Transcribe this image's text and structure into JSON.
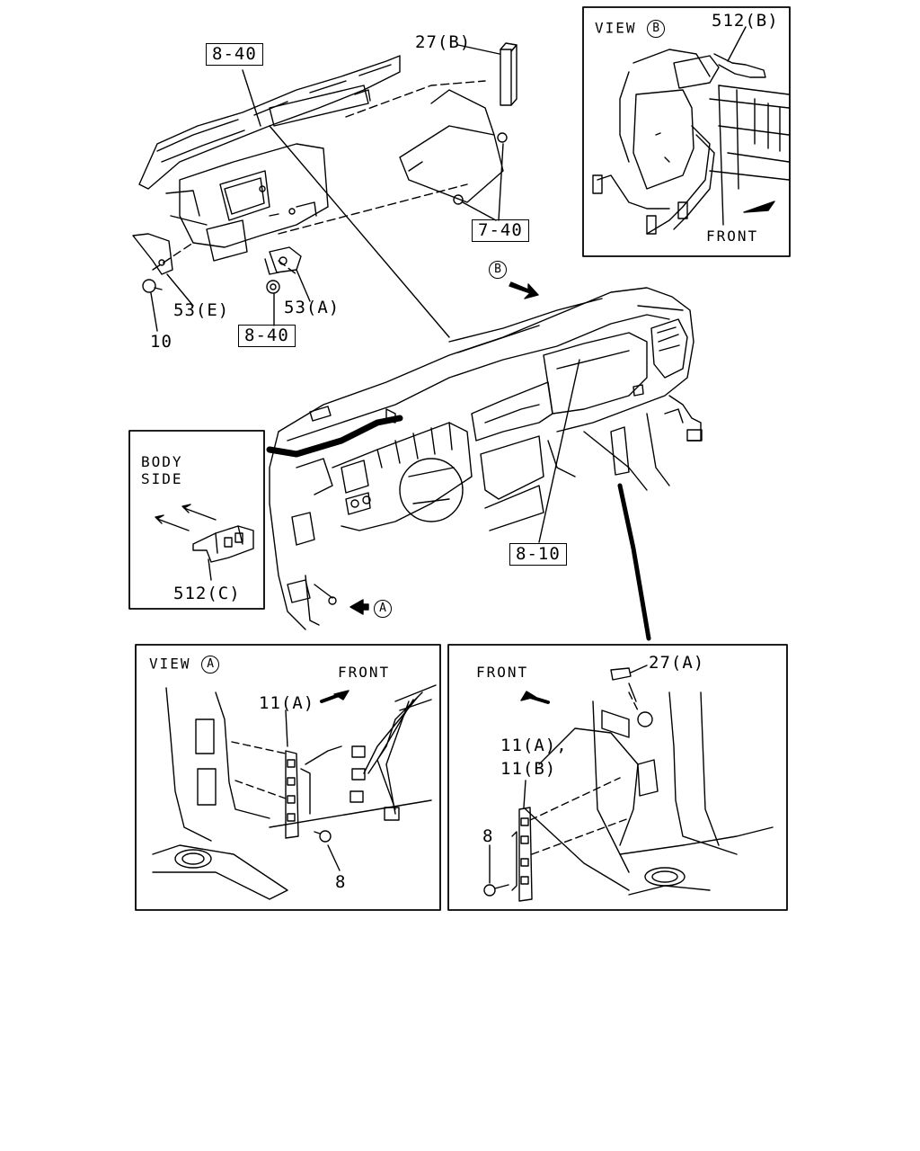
{
  "view_b": {
    "view_word": "VIEW",
    "view_letter": "B",
    "part_512b": "512(B)",
    "front": "FRONT"
  },
  "top_left": {
    "ref_8_40_top": "8-40",
    "part_27b": "27(B)",
    "ref_7_40": "7-40",
    "part_53e": "53(E)",
    "part_53a": "53(A)",
    "part_10": "10",
    "ref_8_40_bottom": "8-40"
  },
  "dashboard": {
    "marker_b": "B",
    "marker_a": "A",
    "ref_8_10": "8-10"
  },
  "body_side": {
    "line1": "BODY",
    "line2": "SIDE",
    "part_512c": "512(C)"
  },
  "view_a": {
    "view_word": "VIEW",
    "view_letter": "A",
    "front": "FRONT",
    "part_11a": "11(A)",
    "part_8": "8"
  },
  "bottom_right": {
    "front": "FRONT",
    "part_27a": "27(A)",
    "part_11ab_line1": "11(A),",
    "part_11ab_line2": "11(B)",
    "part_8": "8"
  }
}
